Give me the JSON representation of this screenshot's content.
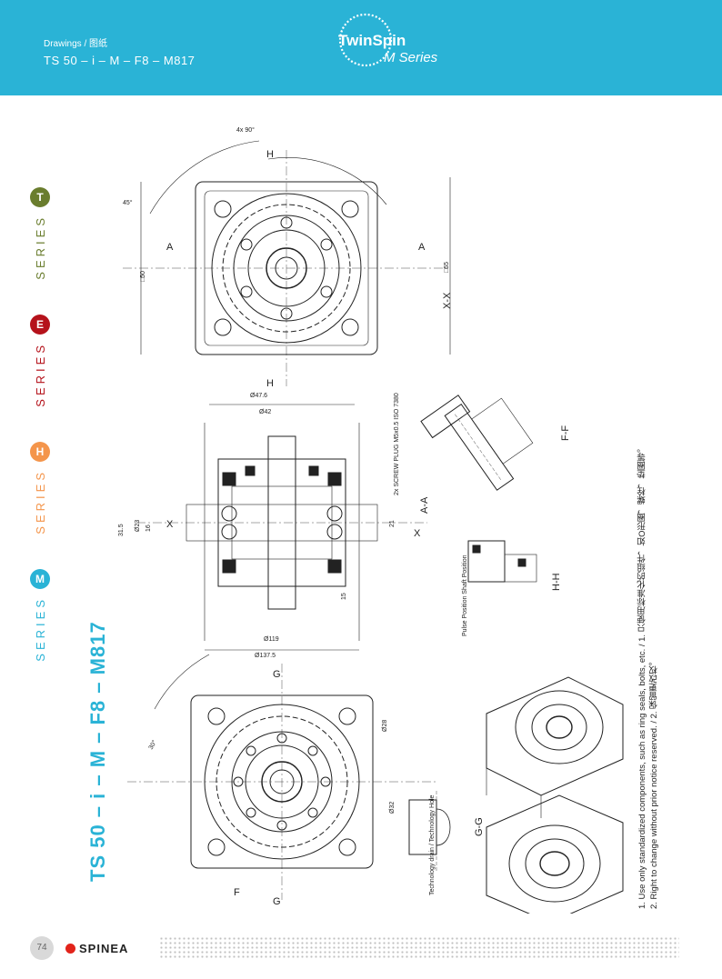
{
  "header": {
    "breadcrumb": "Drawings / 图纸",
    "product": "TS 50 – i – M – F8 – M817",
    "logo_main": "TwinSpin",
    "logo_sub": "M Series",
    "color": "#2ab3d6"
  },
  "series_tabs": [
    {
      "letter": "T",
      "word": "SERIES",
      "color": "#6a7d2e"
    },
    {
      "letter": "E",
      "word": "SERIES",
      "color": "#b5121b"
    },
    {
      "letter": "H",
      "word": "SERIES",
      "color": "#f4954b"
    },
    {
      "letter": "M",
      "word": "SERIES",
      "color": "#2ab3d6"
    }
  ],
  "drawing_title": "TS 50 – i – M – F8 – M817",
  "drawing": {
    "sections": {
      "xx": "X-X",
      "aa": "A-A",
      "ff": "F-F",
      "hh": "H-H",
      "gg": "G-G"
    },
    "markers": {
      "a": "A",
      "x": "X",
      "h": "H",
      "g": "G",
      "f": "F"
    },
    "dims": {
      "d90": "4x 90°",
      "d45": "45°",
      "d55": "□55",
      "d50": "□50",
      "d476": "Ø47.6",
      "d42": "Ø42",
      "d315": "31.5",
      "d23": "Ø23",
      "d16": "16",
      "d21": "21",
      "d119": "Ø119",
      "d137": "Ø137.5",
      "d30": "30°",
      "d28": "Ø28",
      "d32": "Ø32",
      "d15": "15"
    },
    "screw_plug": "2x SCREW PLUG M5x0.5 ISO 7380",
    "pulse_shaft": "Pulse Position Shaft Position",
    "tech_hole": "Technology drain / Technology Hole"
  },
  "notes": [
    "1. Use only standardized components, such as ring seals, bolts, etc. / 1. 只使用标准化的组件，如O形圈，螺栓，垫圈等。",
    "2. Right to change without prior notice reserved. / 2. 保留更改权。"
  ],
  "footer": {
    "page": "74",
    "brand": "SPINEA",
    "brand_color": "#e2231a"
  }
}
